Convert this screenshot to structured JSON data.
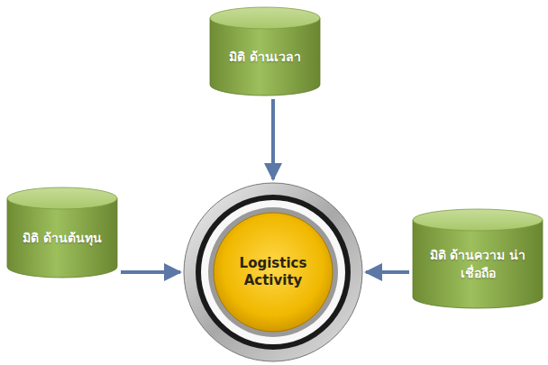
{
  "diagram": {
    "nodes": [
      {
        "text": [
          "มิติ ด้านเวลา"
        ]
      },
      {
        "text": [
          "มิติ ด้านต้นทุน"
        ]
      },
      {
        "text": [
          "มิติ ด้านความ น่าเชื่อถือ"
        ]
      },
      {
        "text": [
          "Logistics Activity"
        ]
      }
    ],
    "edges": [
      {
        "from": 0,
        "to": 3,
        "arrow": "to"
      },
      {
        "from": 1,
        "to": 3,
        "arrow": "to"
      },
      {
        "from": 2,
        "to": 3,
        "arrow": "to"
      }
    ]
  }
}
